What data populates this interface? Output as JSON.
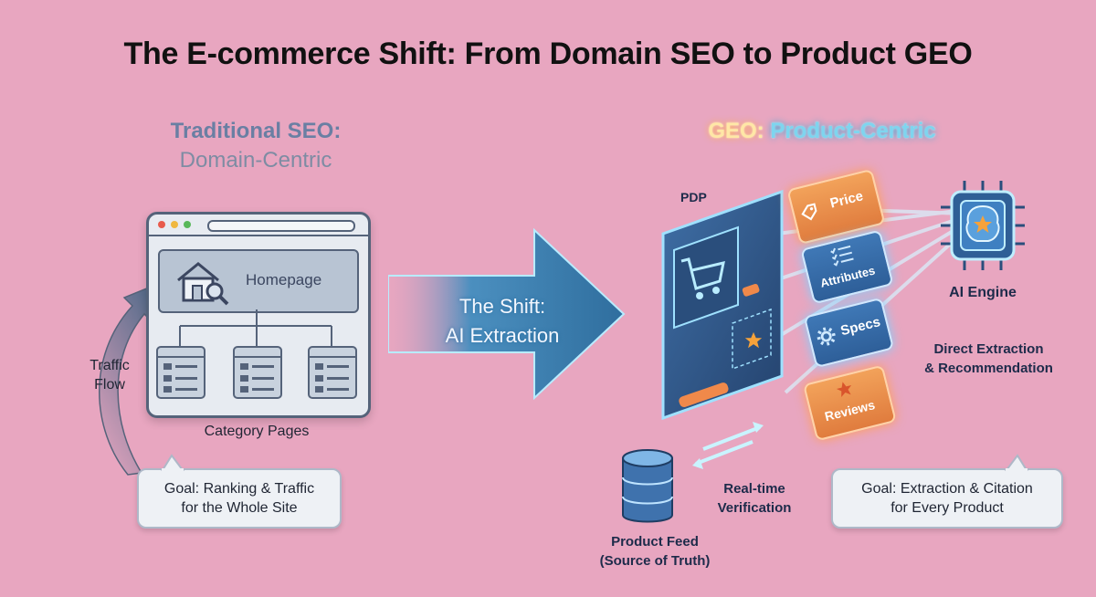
{
  "title": "The E-commerce Shift: From Domain SEO to Product GEO",
  "left": {
    "heading_bold": "Traditional SEO:",
    "heading_sub": "Domain-Centric",
    "homepage_label": "Homepage",
    "category_label": "Category Pages",
    "traffic_label_line1": "Traffic",
    "traffic_label_line2": "Flow",
    "goal_line1": "Goal: Ranking & Traffic",
    "goal_line2": "for the Whole Site"
  },
  "shift": {
    "line1": "The Shift:",
    "line2": "AI Extraction"
  },
  "right": {
    "heading_geo": "GEO:",
    "heading_pc": "Product-Centric",
    "pdp_label": "PDP",
    "cards": {
      "price": "Price",
      "attributes": "Attributes",
      "specs": "Specs",
      "reviews": "Reviews"
    },
    "ai_engine_label": "AI Engine",
    "direct_line1": "Direct Extraction",
    "direct_line2": "& Recommendation",
    "verify_line1": "Real-time",
    "verify_line2": "Verification",
    "feed_line1": "Product Feed",
    "feed_line2": "(Source of Truth)",
    "goal_line1": "Goal: Extraction & Citation",
    "goal_line2": "for Every Product"
  },
  "colors": {
    "background": "#e8a6c0",
    "slate": "#55637a",
    "glow_blue": "#7fd0ff",
    "orange": "#f2a25a",
    "pdp_blue": "#2f5c8f"
  },
  "icons": [
    "house-search-icon",
    "cart-icon",
    "tag-icon",
    "checklist-icon",
    "gear-icon",
    "star-icon",
    "brain-chip-icon",
    "database-icon",
    "sync-arrows-icon",
    "curved-arrow-icon",
    "big-arrow-icon"
  ]
}
